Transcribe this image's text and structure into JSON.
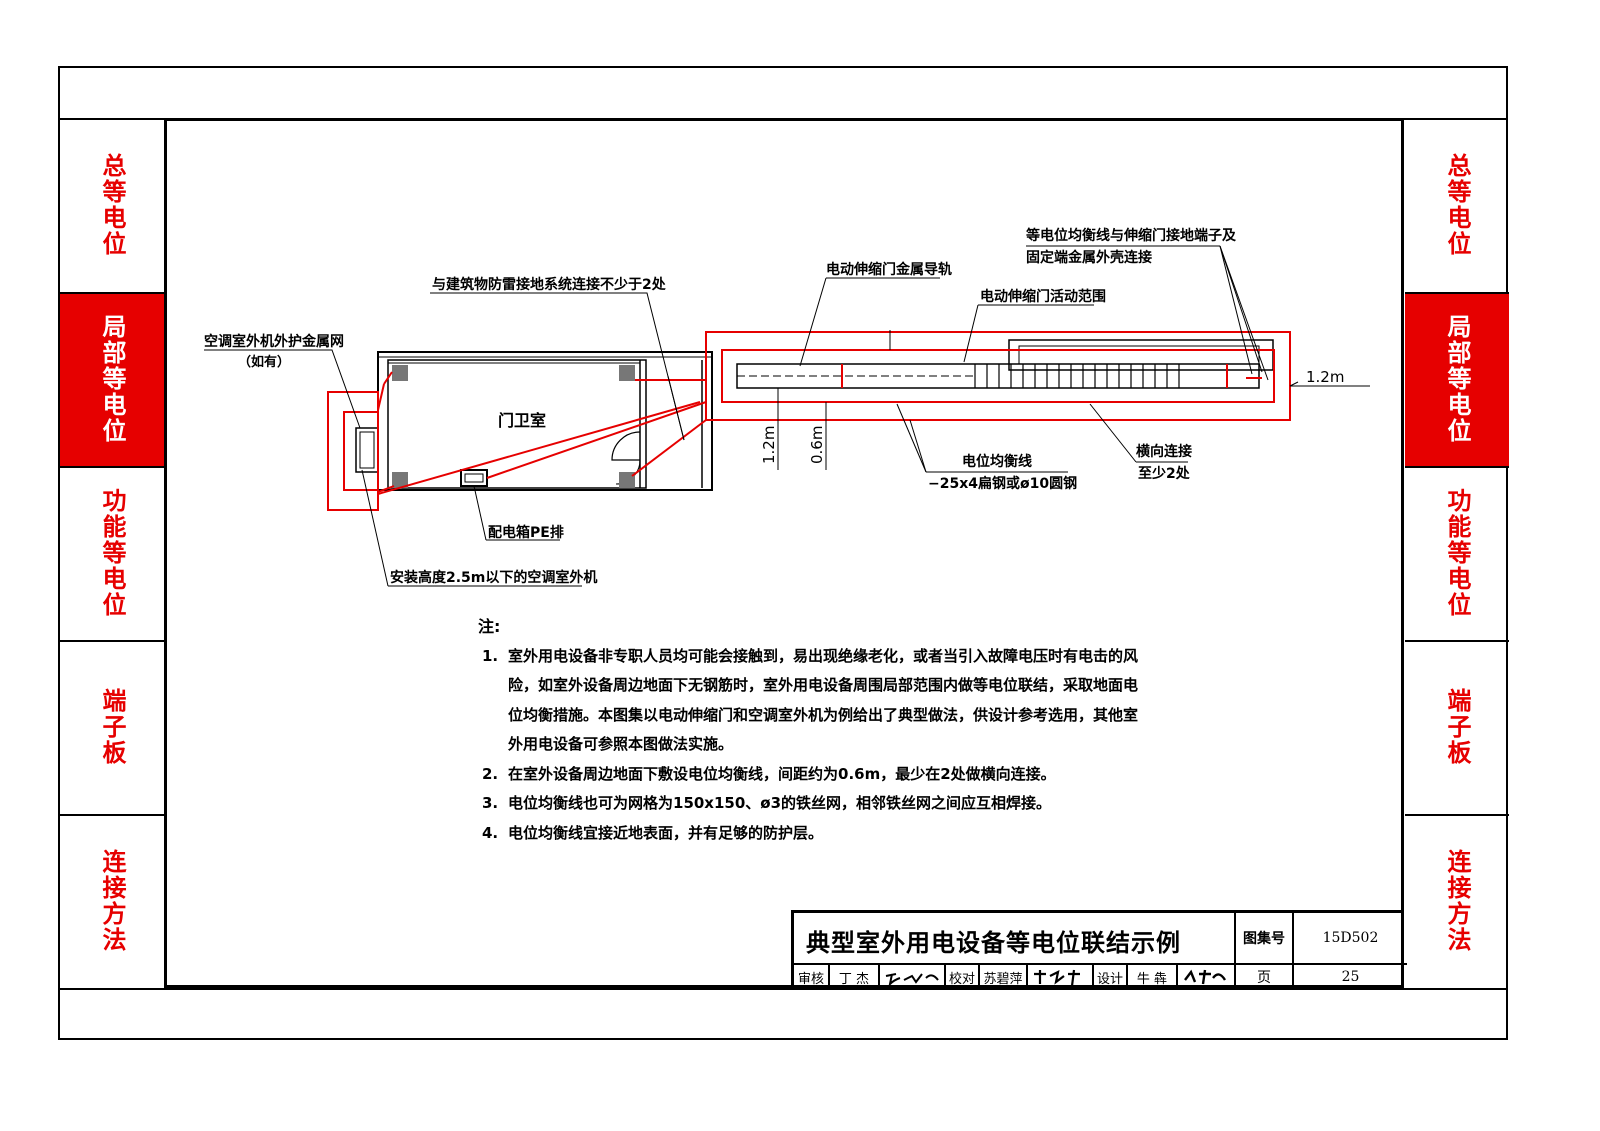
{
  "side_tabs": {
    "left": [
      {
        "label": "总等电位",
        "active": false
      },
      {
        "label": "局部等电位",
        "active": true
      },
      {
        "label": "功能等电位",
        "active": false
      },
      {
        "label": "端子板",
        "active": false
      },
      {
        "label": "连接方法",
        "active": false
      }
    ],
    "right": [
      {
        "label": "总等电位",
        "active": false
      },
      {
        "label": "局部等电位",
        "active": true
      },
      {
        "label": "功能等电位",
        "active": false
      },
      {
        "label": "端子板",
        "active": false
      },
      {
        "label": "连接方法",
        "active": false
      }
    ]
  },
  "diagram": {
    "labels": {
      "ac_mesh": "空调室外机外护金属网",
      "ac_mesh_note": "（如有）",
      "lightning": "与建筑物防雷接地系统连接不少于2处",
      "guard_room": "门卫室",
      "pe_bar": "配电箱PE排",
      "ac_unit": "安装高度2.5m以下的空调室外机",
      "gate_rail": "电动伸缩门金属导轨",
      "gate_range": "电动伸缩门活动范围",
      "gate_terminal_1": "等电位均衡线与伸缩门接地端子及",
      "gate_terminal_2": "固定端金属外壳连接",
      "eq_line": "电位均衡线",
      "eq_line_spec": "−25x4扁钢或ø10圆钢",
      "cross_conn": "横向连接",
      "cross_conn_2": "至少2处",
      "dim_12_left": "1.2m",
      "dim_06": "0.6m",
      "dim_12_right": "1.2m"
    }
  },
  "notes": {
    "header": "注:",
    "items": [
      {
        "num": "1.",
        "text": "室外用电设备非专职人员均可能会接触到，易出现绝缘老化，或者当引入故障电压时有电击的风险，如室外设备周边地面下无钢筋时，室外用电设备周围局部范围内做等电位联结，采取地面电位均衡措施。本图集以电动伸缩门和空调室外机为例给出了典型做法，供设计参考选用，其他室外用电设备可参照本图做法实施。"
      },
      {
        "num": "2.",
        "text": "在室外设备周边地面下敷设电位均衡线，间距约为0.6m，最少在2处做横向连接。"
      },
      {
        "num": "3.",
        "text": "电位均衡线也可为网格为150x150、ø3的铁丝网，相邻铁丝网之间应互相焊接。"
      },
      {
        "num": "4.",
        "text": "电位均衡线宜接近地表面，并有足够的防护层。"
      }
    ]
  },
  "title_block": {
    "title": "典型室外用电设备等电位联结示例",
    "atlas_label": "图集号",
    "atlas_no": "15D502",
    "page_label": "页",
    "page_no": "25",
    "review_label": "审核",
    "review_name": "丁 杰",
    "check_label": "校对",
    "check_name": "苏碧萍",
    "design_label": "设计",
    "design_name": "牛 犇"
  },
  "colors": {
    "accent": "#e60000",
    "line": "#000000"
  }
}
